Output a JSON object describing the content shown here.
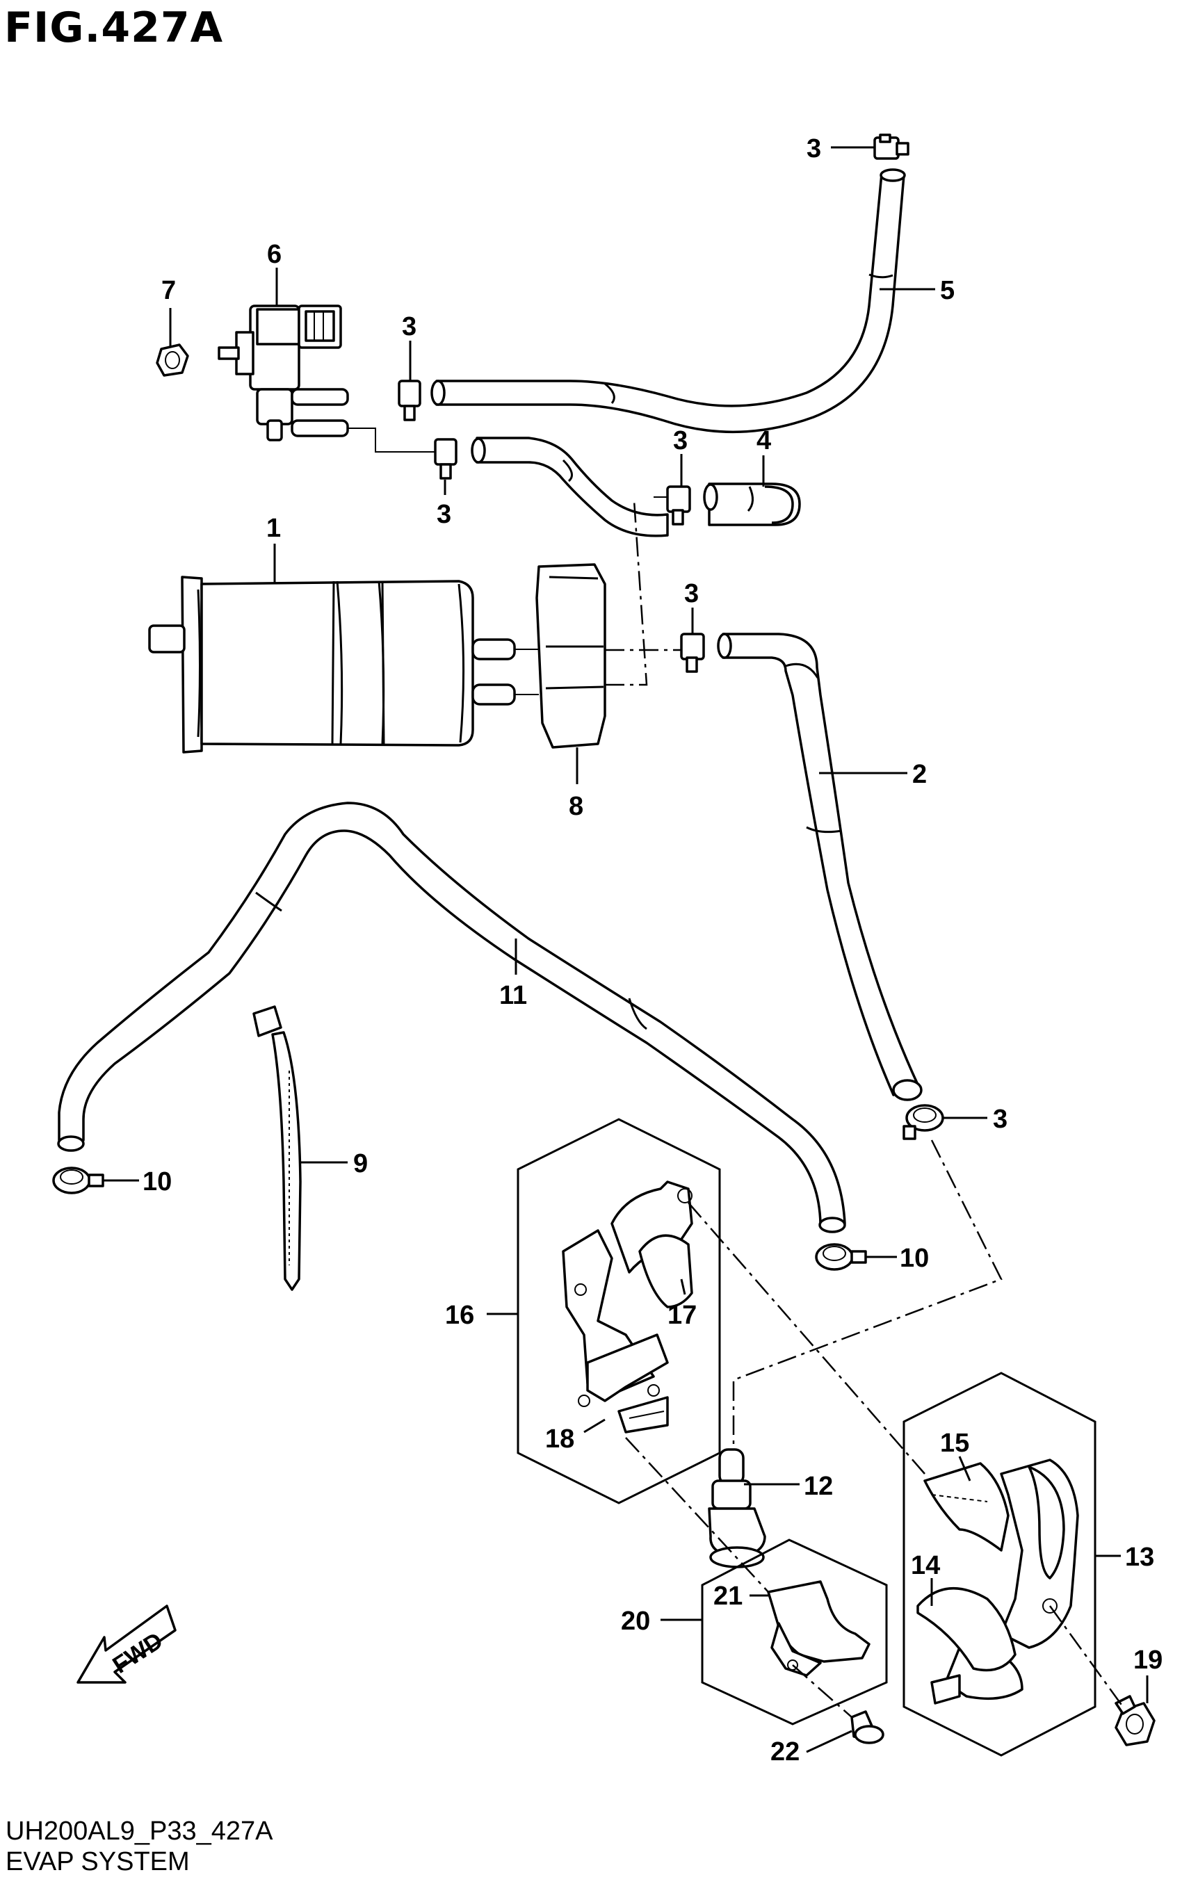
{
  "figure": {
    "title": "FIG.427A",
    "code": "UH200AL9_P33_427A",
    "name": "EVAP SYSTEM"
  },
  "direction_marker": "FWD",
  "callouts": [
    {
      "id": "c3a",
      "label": "3"
    },
    {
      "id": "c5",
      "label": "5"
    },
    {
      "id": "c6",
      "label": "6"
    },
    {
      "id": "c7",
      "label": "7"
    },
    {
      "id": "c3b",
      "label": "3"
    },
    {
      "id": "c3c",
      "label": "3"
    },
    {
      "id": "c4",
      "label": "4"
    },
    {
      "id": "c3d",
      "label": "3"
    },
    {
      "id": "c1",
      "label": "1"
    },
    {
      "id": "c3e",
      "label": "3"
    },
    {
      "id": "c2",
      "label": "2"
    },
    {
      "id": "c8",
      "label": "8"
    },
    {
      "id": "c11",
      "label": "11"
    },
    {
      "id": "c3f",
      "label": "3"
    },
    {
      "id": "c9",
      "label": "9"
    },
    {
      "id": "c10a",
      "label": "10"
    },
    {
      "id": "c10b",
      "label": "10"
    },
    {
      "id": "c16",
      "label": "16"
    },
    {
      "id": "c17",
      "label": "17"
    },
    {
      "id": "c18",
      "label": "18"
    },
    {
      "id": "c12",
      "label": "12"
    },
    {
      "id": "c15",
      "label": "15"
    },
    {
      "id": "c13",
      "label": "13"
    },
    {
      "id": "c14",
      "label": "14"
    },
    {
      "id": "c20",
      "label": "20"
    },
    {
      "id": "c21",
      "label": "21"
    },
    {
      "id": "c19",
      "label": "19"
    },
    {
      "id": "c22",
      "label": "22"
    }
  ]
}
